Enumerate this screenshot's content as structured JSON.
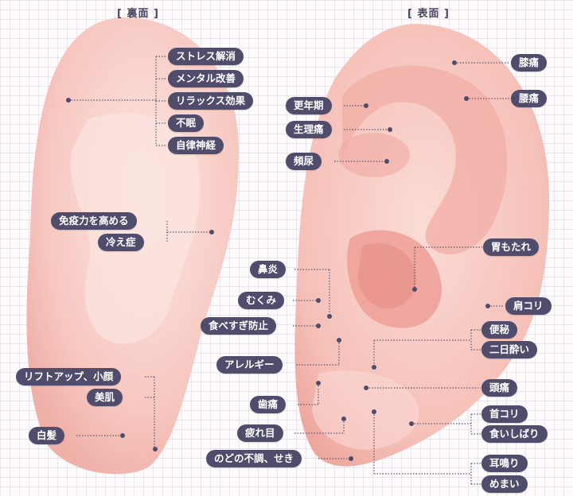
{
  "headings": {
    "back": "[ 裏面 ]",
    "front": "[ 表面 ]"
  },
  "back_labels": {
    "stress": "ストレス解消",
    "mental": "メンタル改善",
    "relax": "リラックス効果",
    "insomnia": "不眠",
    "autonomic": "自律神経",
    "immunity": "免疫力を高める",
    "cold": "冷え症",
    "lift": "リフトアップ、小顔",
    "skin": "美肌",
    "gray_hair": "白髪"
  },
  "front_labels": {
    "knee": "膝痛",
    "lower_back": "腰痛",
    "menopause": "更年期",
    "menstrual": "生理痛",
    "frequent_urination": "頻尿",
    "stomach": "胃もたれ",
    "shoulder": "肩コリ",
    "rhinitis": "鼻炎",
    "swelling": "むくみ",
    "overeating": "食べすぎ防止",
    "constipation": "便秘",
    "hangover": "二日酔い",
    "allergy": "アレルギー",
    "headache": "頭痛",
    "toothache": "歯痛",
    "neck": "首コリ",
    "clenching": "食いしばり",
    "eye_strain": "疲れ目",
    "throat": "のどの不調、せき",
    "tinnitus": "耳鳴り",
    "dizziness": "めまい"
  }
}
